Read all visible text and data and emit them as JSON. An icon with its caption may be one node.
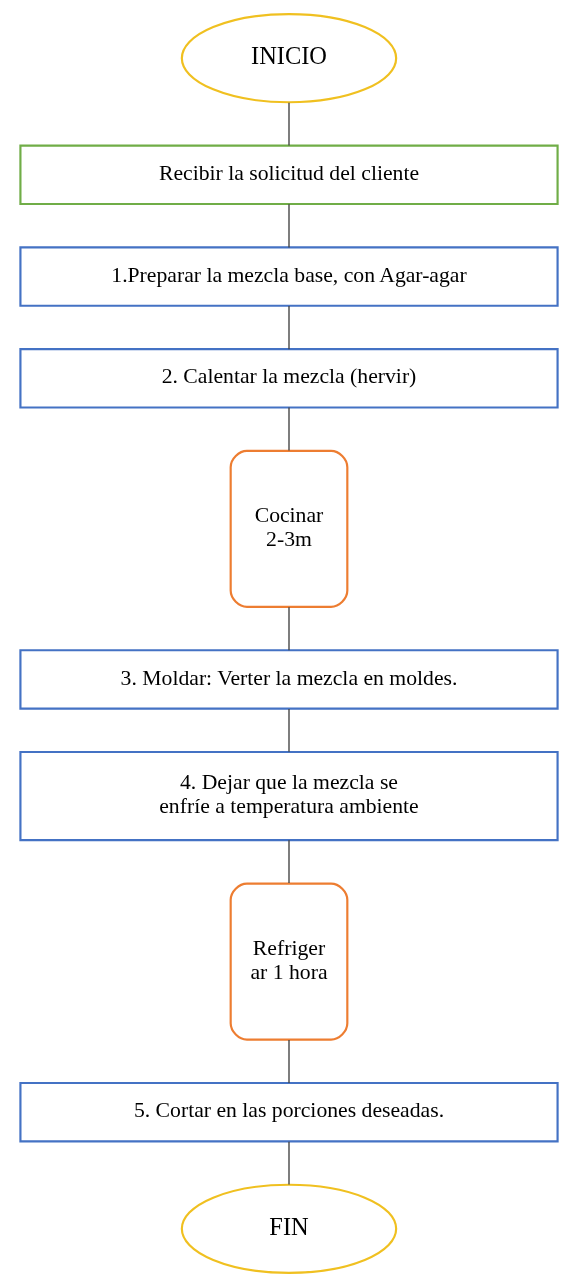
{
  "diagram": {
    "nodes": [
      {
        "text": [
          "INICIO"
        ]
      },
      {
        "text": [
          "Recibir la solicitud del cliente"
        ]
      },
      {
        "text": [
          "1.Preparar la mezcla base, con Agar-agar"
        ]
      },
      {
        "text": [
          "2. Calentar la mezcla (hervir)"
        ]
      },
      {
        "text": [
          "Cocinar 2-3m"
        ]
      },
      {
        "text": [
          "3. Moldar: Verter la mezcla en moldes."
        ]
      },
      {
        "text": [
          "4. Dejar que la mezcla se enfríe a temperatura ambiente"
        ]
      },
      {
        "text": [
          "Refriger ar 1 hora"
        ]
      },
      {
        "text": [
          "5. Cortar en las porciones deseadas."
        ]
      },
      {
        "text": [
          "FIN"
        ]
      }
    ],
    "edges": [
      {
        "from": 0,
        "to": 1,
        "arrow": "none"
      },
      {
        "from": 1,
        "to": 2,
        "arrow": "none"
      },
      {
        "from": 2,
        "to": 3,
        "arrow": "none"
      },
      {
        "from": 3,
        "to": 4,
        "arrow": "none"
      },
      {
        "from": 4,
        "to": 5,
        "arrow": "none"
      },
      {
        "from": 5,
        "to": 6,
        "arrow": "none"
      },
      {
        "from": 6,
        "to": 7,
        "arrow": "none"
      },
      {
        "from": 7,
        "to": 8,
        "arrow": "none"
      },
      {
        "from": 8,
        "to": 9,
        "arrow": "none"
      }
    ]
  }
}
